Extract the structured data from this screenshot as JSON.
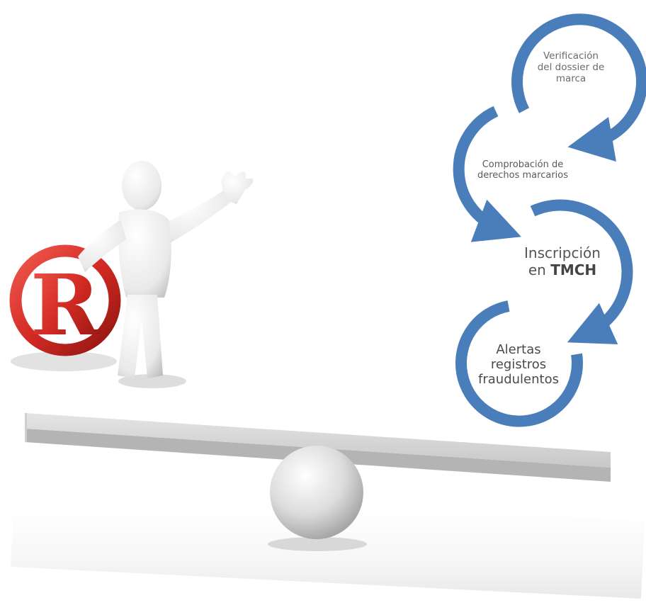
{
  "colors": {
    "arrow_blue": "#4a7ebb",
    "trademark_red": "#d42a24",
    "figure_white": "#f2f2f2"
  },
  "icons": [
    "trademark-icon",
    "person-figure",
    "seesaw-board",
    "fulcrum-ball"
  ],
  "steps": [
    {
      "lines": [
        "Verificación",
        "del dossier de",
        "marca"
      ]
    },
    {
      "lines": [
        "Comprobación de",
        "derechos marcarios"
      ]
    },
    {
      "line1": "Inscripción",
      "line2_prefix": "en ",
      "line2_bold": "TMCH"
    },
    {
      "lines": [
        "Alertas",
        "registros",
        "fraudulentos"
      ]
    }
  ]
}
